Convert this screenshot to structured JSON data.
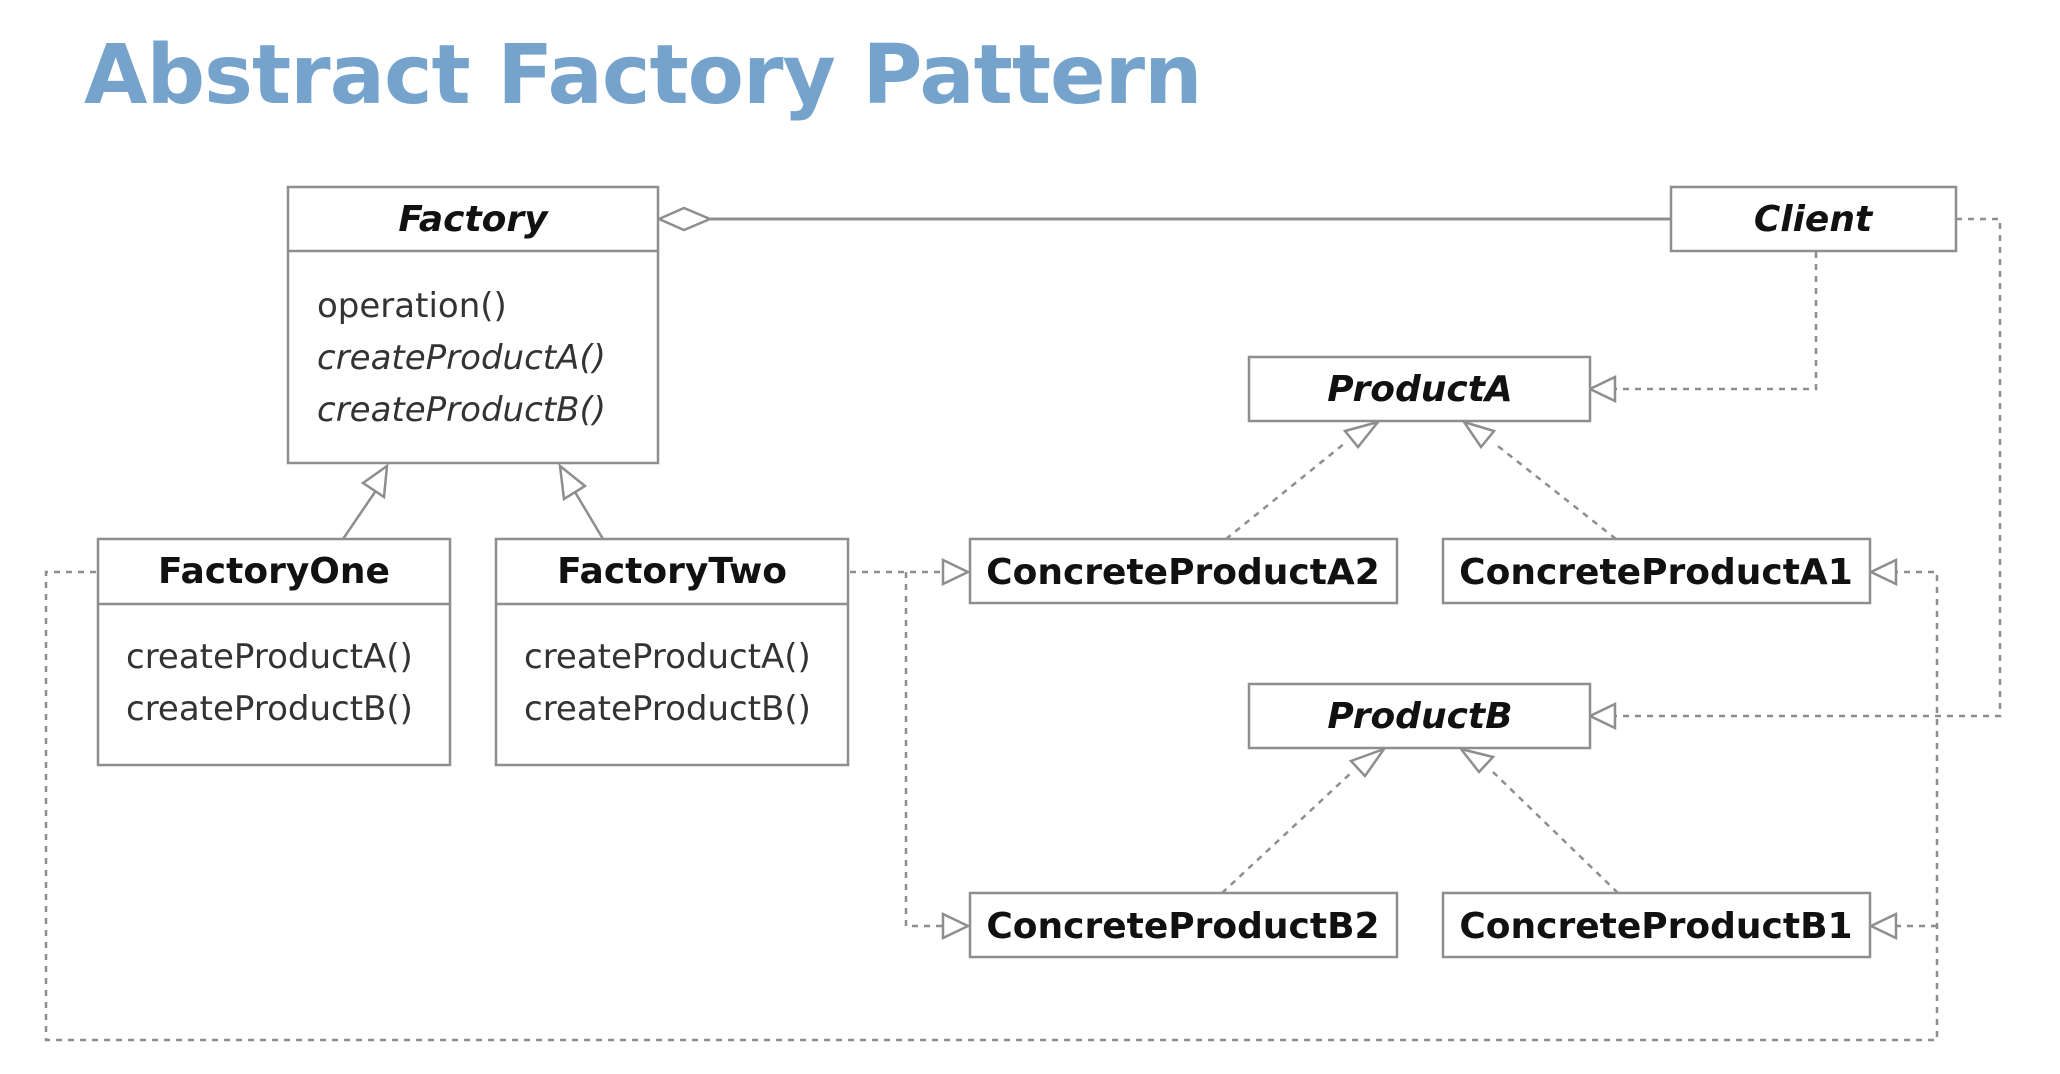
{
  "title": "Abstract Factory Pattern",
  "colors": {
    "title": "#76a3cb",
    "line": "#8e8e8e",
    "text": "#111111"
  },
  "classes": {
    "factory": {
      "name": "Factory",
      "members": [
        "operation()",
        "createProductA()",
        "createProductB()"
      ]
    },
    "factoryOne": {
      "name": "FactoryOne",
      "members": [
        "createProductA()",
        "createProductB()"
      ]
    },
    "factoryTwo": {
      "name": "FactoryTwo",
      "members": [
        "createProductA()",
        "createProductB()"
      ]
    },
    "client": {
      "name": "Client"
    },
    "productA": {
      "name": "ProductA"
    },
    "productB": {
      "name": "ProductB"
    },
    "concreteA2": {
      "name": "ConcreteProductA2"
    },
    "concreteA1": {
      "name": "ConcreteProductA1"
    },
    "concreteB2": {
      "name": "ConcreteProductB2"
    },
    "concreteB1": {
      "name": "ConcreteProductB1"
    }
  }
}
